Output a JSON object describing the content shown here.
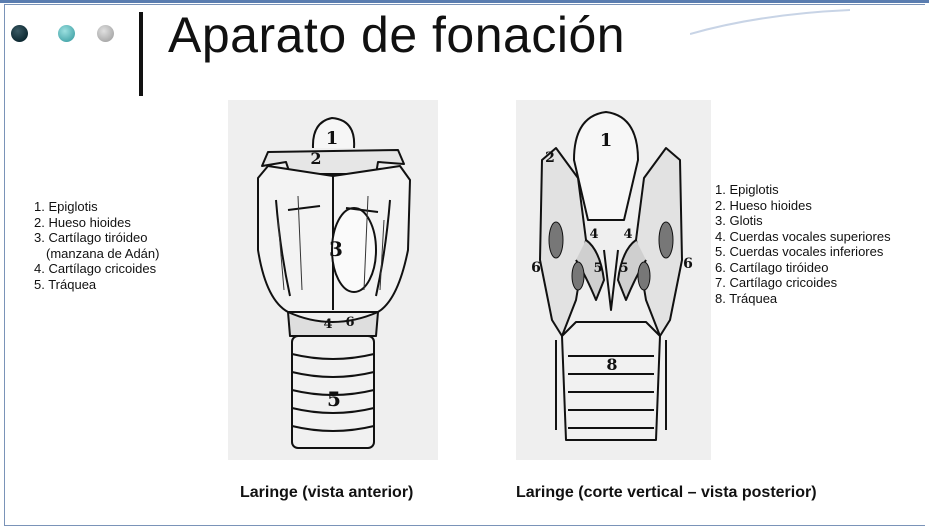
{
  "title": "Aparato de fonación",
  "left_legend": [
    "1. Epiglotis",
    "2. Hueso hioides",
    "3. Cartílago tiróideo",
    "(manzana de Adán)",
    "4. Cartílago cricoides",
    "5. Tráquea"
  ],
  "right_legend": [
    "1. Epiglotis",
    "2. Hueso hioides",
    "3. Glotis",
    "4. Cuerdas vocales superiores",
    "5. Cuerdas vocales inferiores",
    "6. Cartílago tiróideo",
    "7. Cartílago cricoides",
    "8. Tráquea"
  ],
  "left_figure": {
    "caption": "Laringe (vista anterior)",
    "labels": [
      "1",
      "2",
      "3",
      "4",
      "6",
      "5"
    ]
  },
  "right_figure": {
    "caption": "Laringe (corte vertical – vista posterior)",
    "labels": [
      "1",
      "2",
      "4",
      "4",
      "5",
      "5",
      "6",
      "6",
      "8"
    ]
  },
  "colors": {
    "accent_dark": "#0e2a33",
    "accent_teal": "#4aa8ac",
    "accent_grey": "#a9a9a9",
    "frame": "#5a7db0"
  }
}
